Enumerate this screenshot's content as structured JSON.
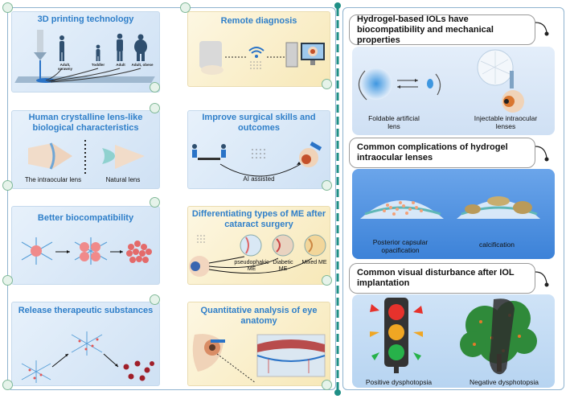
{
  "left": {
    "p1": {
      "title": "3D printing technology",
      "figures": [
        "Adult, scrawny",
        "Toddler",
        "Adult",
        "Adult, obese"
      ]
    },
    "p2": {
      "title": "Remote diagnosis"
    },
    "p3": {
      "title": "Human crystalline lens-like biological characteristics",
      "label_left": "The intraocular lens",
      "label_right": "Natural lens"
    },
    "p4": {
      "title": "Improve surgical skills and outcomes",
      "label": "AI assisted"
    },
    "p5": {
      "title": "Better biocompatibility"
    },
    "p6": {
      "title": "Differentiating types of ME after cataract surgery",
      "types": [
        "pseudophakic ME",
        "Diabetic ME",
        "Mixed ME"
      ]
    },
    "p7": {
      "title": "Release therapeutic substances"
    },
    "p8": {
      "title": "Quantitative analysis of eye anatomy"
    }
  },
  "right": {
    "s1": {
      "title": "Hydrogel-based IOLs have biocompatibility and mechanical properties",
      "label_left": "Foldable artificial lens",
      "label_right": "Injectable intraocular lenses"
    },
    "s2": {
      "title": "Common complications of hydrogel intraocular lenses",
      "label_left": "Posterior capsular opacification",
      "label_right": "calcification"
    },
    "s3": {
      "title": "Common visual disturbance after IOL implantation",
      "label_left": "Positive dysphotopsia",
      "label_right": "Negative dysphotopsia"
    }
  },
  "colors": {
    "title_blue": "#2f7fc9",
    "divider_teal": "#1f8f86",
    "node_green": "#7fb897"
  }
}
